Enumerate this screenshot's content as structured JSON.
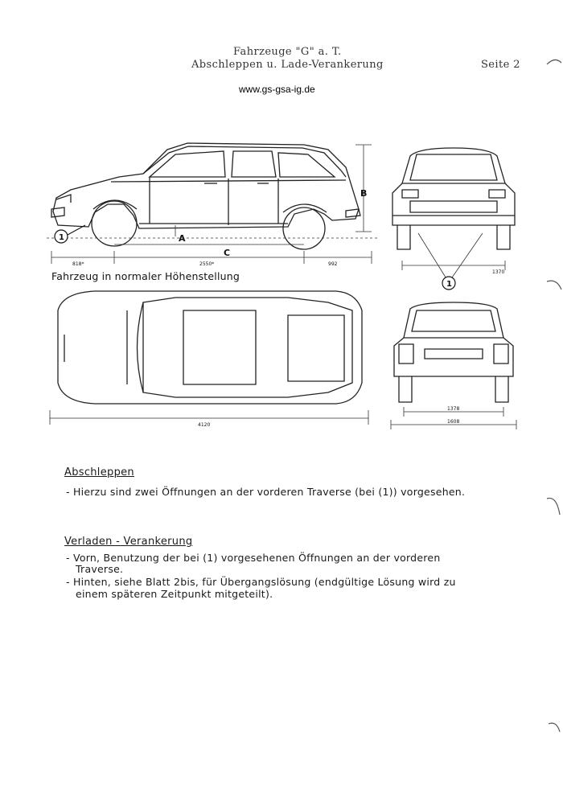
{
  "header": {
    "title": "Fahrzeuge \"G\" a. T.",
    "subtitle": "Abschleppen u.  Lade-Verankerung",
    "page": "Seite 2"
  },
  "website": "www.gs-gsa-ig.de",
  "figure": {
    "caption": "Fahrzeug in normaler Höhenstellung",
    "labels": {
      "A": "A",
      "B": "B",
      "C": "C",
      "callout_left": "1",
      "callout_rear": "1"
    },
    "dimensions": {
      "front_overhang": "818*",
      "wheelbase": "2550*",
      "rear_overhang": "992",
      "rear_track": "1370",
      "overall_length": "4120",
      "track_front": "1378",
      "overall_width": "1608"
    }
  },
  "sections": [
    {
      "heading": "Abschleppen",
      "lines": [
        "- Hierzu sind zwei Öffnungen an der vorderen Traverse (bei (1)) vorgesehen."
      ]
    },
    {
      "heading": "Verladen - Verankerung",
      "lines": [
        "- Vorn,  Benutzung der bei (1) vorgesehenen Öffnungen an der vorderen",
        "Traverse.",
        "- Hinten,  siehe Blatt 2bis,  für Übergangslösung (endgültige Lösung wird zu",
        "einem späteren Zeitpunkt mitgeteilt)."
      ]
    }
  ]
}
